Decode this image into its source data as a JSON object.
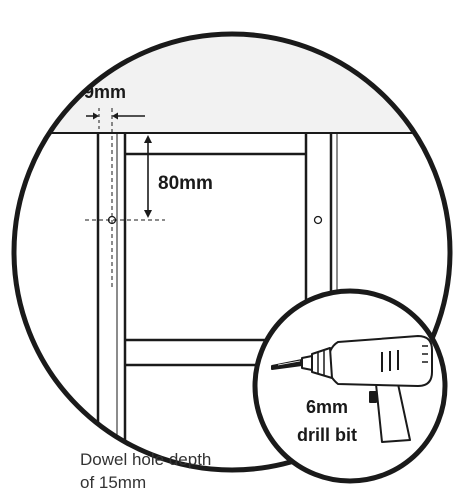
{
  "dimensions": {
    "offset_label": "9mm",
    "height_label": "80mm"
  },
  "drill": {
    "label_line1": "6mm",
    "label_line2": "drill bit"
  },
  "note": {
    "line1": "Dowel hole depth",
    "line2": "of 15mm"
  },
  "colors": {
    "ink": "#1a1a1a",
    "wall_fill": "#f2f2f2",
    "white": "#ffffff"
  }
}
